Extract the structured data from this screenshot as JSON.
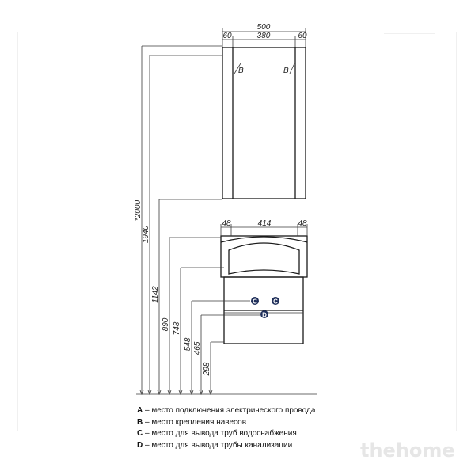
{
  "mirror_cabinet": {
    "width_total": "500",
    "width_side_left": "60",
    "width_center": "380",
    "width_side_right": "60",
    "marker_left": "B",
    "marker_right": "B"
  },
  "vanity": {
    "width_side_left": "48",
    "width_center": "414",
    "width_side_right": "48",
    "marker_c1": "C",
    "marker_c2": "C",
    "marker_d": "D"
  },
  "heights": [
    {
      "label": "*2000"
    },
    {
      "label": "1940"
    },
    {
      "label": "1142"
    },
    {
      "label": "890"
    },
    {
      "label": "748"
    },
    {
      "label": "548"
    },
    {
      "label": "465"
    },
    {
      "label": "298"
    }
  ],
  "legend": [
    {
      "key": "A",
      "text": " – место подключения электрического провода"
    },
    {
      "key": "B",
      "text": " – место крепления навесов"
    },
    {
      "key": "C",
      "text": " – место для вывода труб водоснабжения"
    },
    {
      "key": "D",
      "text": " – место для вывода трубы канализации"
    }
  ],
  "watermark": "thehome",
  "colors": {
    "line": "#3a3a3a",
    "marker_fill": "#1f2f5a"
  }
}
